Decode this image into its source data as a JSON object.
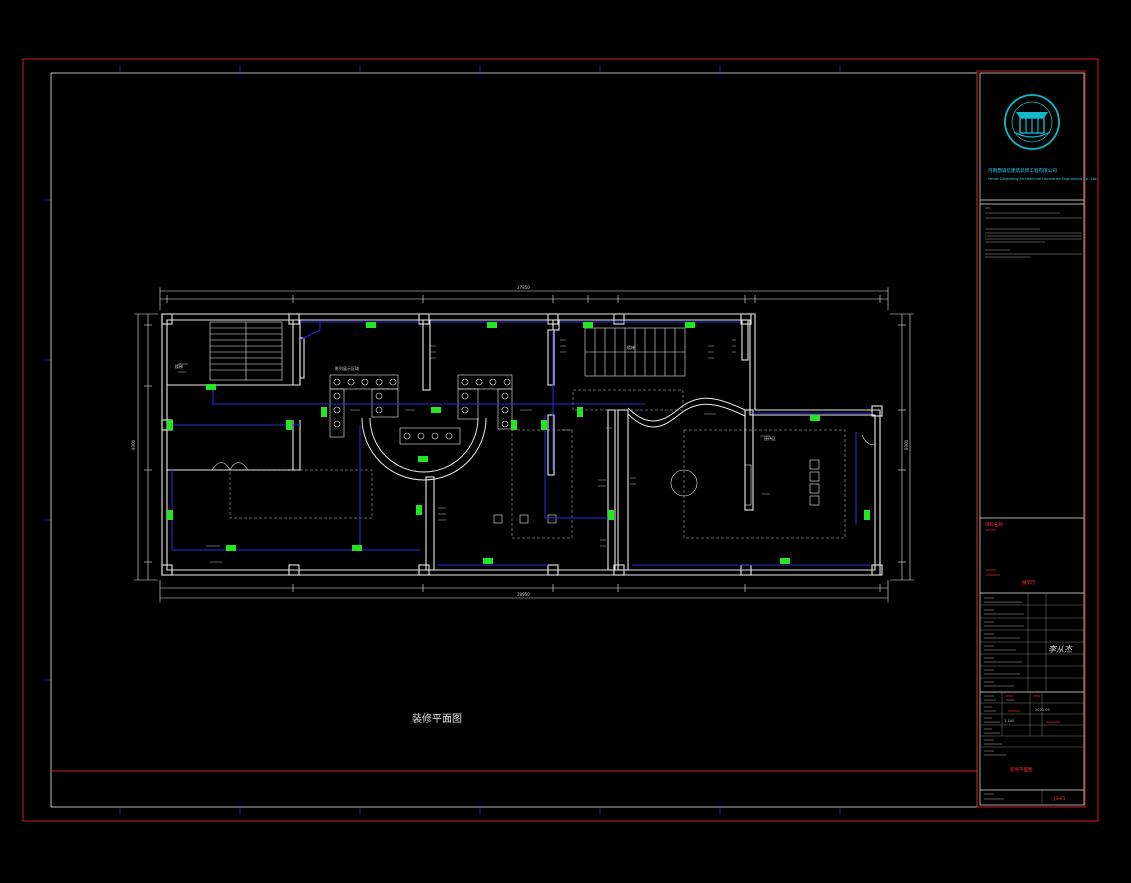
{
  "drawing": {
    "title": "装修平面图",
    "top_total_dimension": "27850",
    "bottom_total_dimension": "28950",
    "left_total_dimension": "9300",
    "right_total_dimension": "9300"
  },
  "titleblock": {
    "firm_name_cn": "河南鼎诚信建筑装饰工程有限公司",
    "firm_name_en": "Henan Dingcheng Architectural Decoration Engineering Co., Ltd.",
    "project_label": "项目名称",
    "project_value": "展示厅",
    "signature": "李从杰",
    "sheet_title": "装修平面图",
    "sheet_number": "JS-01",
    "date_value": "2021.05",
    "scale_value": "1:100"
  },
  "room_labels": {
    "display_area": "陈列展示区域",
    "stair_left": "楼梯",
    "stair_right": "楼梯",
    "reception": "接待区"
  },
  "colors": {
    "frame": "#d61d1d",
    "wall": "#e8e8e8",
    "dimension": "#e8e8e8",
    "blue_line": "#2b2bd9",
    "lamp": "#22e622",
    "logo": "#12b8c8"
  }
}
